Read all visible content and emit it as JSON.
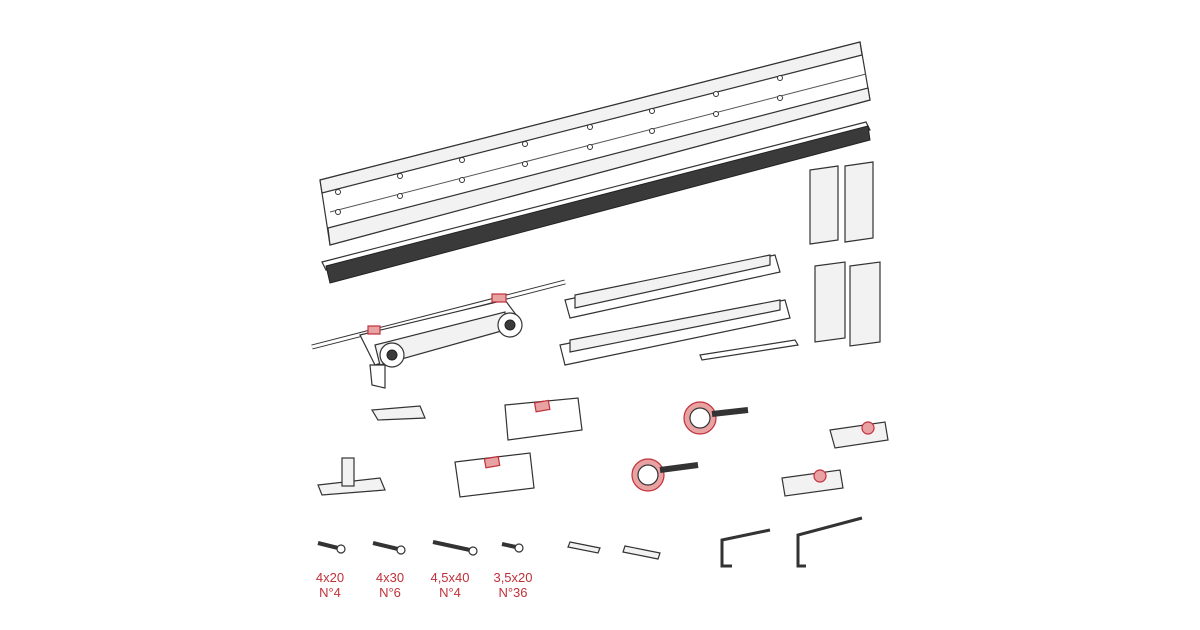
{
  "title": "Sliding door hardware kit - exploded parts view",
  "accent_color": "#c0303a",
  "screws": [
    {
      "size": "4x20",
      "qty": "N°4"
    },
    {
      "size": "4x30",
      "qty": "N°6"
    },
    {
      "size": "4,5x40",
      "qty": "N°4"
    },
    {
      "size": "3,5x20",
      "qty": "N°36"
    }
  ]
}
